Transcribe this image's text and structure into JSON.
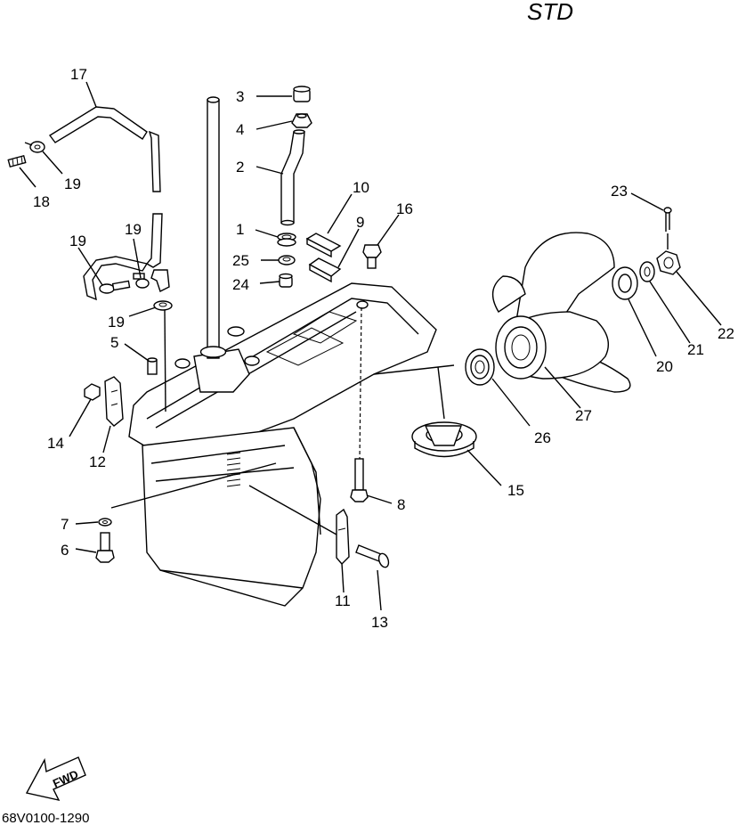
{
  "header": {
    "variant_label": "STD"
  },
  "footer": {
    "diagram_code": "68V0100-1290",
    "fwd_label": "FWD"
  },
  "callouts": [
    "1",
    "2",
    "3",
    "4",
    "5",
    "6",
    "7",
    "8",
    "9",
    "10",
    "11",
    "12",
    "13",
    "14",
    "15",
    "16",
    "17",
    "18",
    "19",
    "19",
    "19",
    "19",
    "20",
    "21",
    "22",
    "23",
    "24",
    "25",
    "26",
    "27"
  ]
}
